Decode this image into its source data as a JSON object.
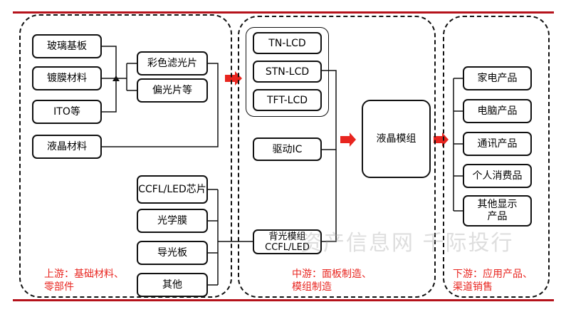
{
  "upstream": {
    "materials": [
      "玻璃基板",
      "镀膜材料",
      "ITO等",
      "液晶材料"
    ],
    "components": [
      "彩色滤光片",
      "偏光片等"
    ],
    "backlight_parts": [
      "CCFL/LED芯片",
      "光学膜",
      "导光板",
      "其他"
    ],
    "caption": "上游：基础材料、\n零部件"
  },
  "midstream": {
    "panels": [
      "TN-LCD",
      "STN-LCD",
      "TFT-LCD"
    ],
    "driver_ic": "驱动IC",
    "backlight_module": "背光模组\nCCFL/LED",
    "lcd_module": "液晶模组",
    "caption": "中游：面板制造、\n模组制造"
  },
  "downstream": {
    "products": [
      "家电产品",
      "电脑产品",
      "通讯产品",
      "个人消费品",
      "其他显示产品"
    ],
    "caption": "下游：应用产品、\n渠道销售"
  },
  "watermark": "资产信息网 千际投行",
  "colors": {
    "accent": "#e8251f",
    "rule": "#b5121b",
    "line": "#111111"
  }
}
